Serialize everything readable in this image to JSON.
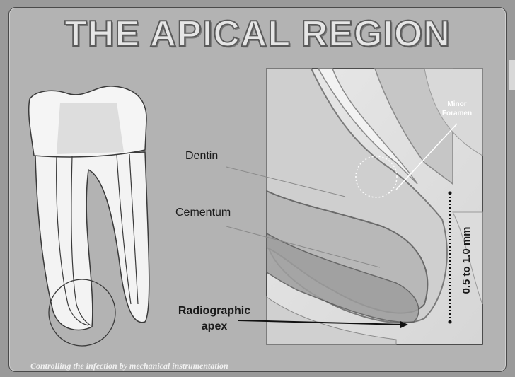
{
  "title": "THE APICAL REGION",
  "labels": {
    "dentin": "Dentin",
    "cementum": "Cementum",
    "radiographic_apex_line1": "Radiographic",
    "radiographic_apex_line2": "apex",
    "minor_foramen_line1": "Minor",
    "minor_foramen_line2": "Foramen",
    "measurement": "0.5 to 1.0 mm"
  },
  "footer": "Controlling the infection by mechanical instrumentation"
}
